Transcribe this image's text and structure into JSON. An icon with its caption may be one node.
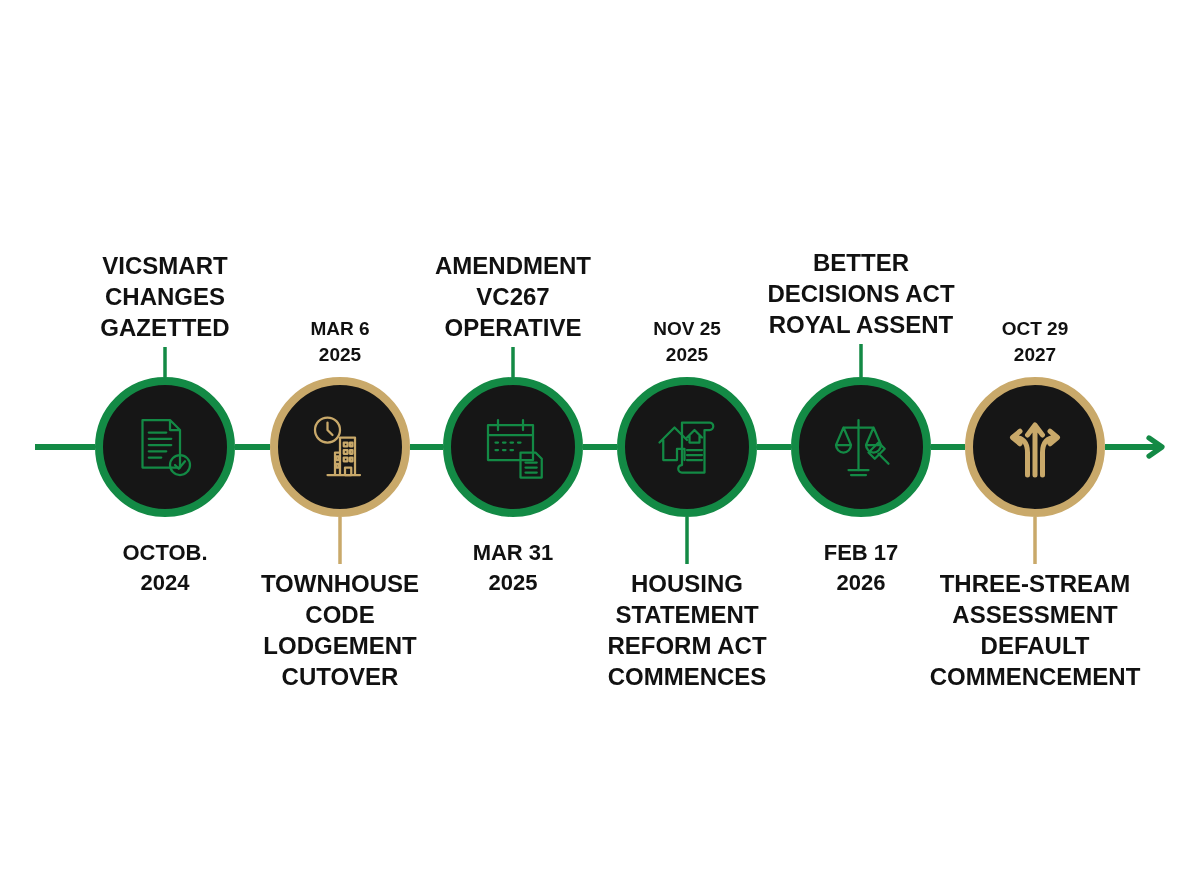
{
  "diagram": {
    "nodes": [
      {
        "text": [],
        "shape": "circle",
        "beside": [
          "OCTOB. 2024"
        ]
      },
      {
        "text": [
          "VICSMART CHANGES GAZETTED"
        ]
      },
      {
        "text": [],
        "shape": "circle",
        "beside": [
          "MAR 6 2025"
        ]
      },
      {
        "text": [
          "TOWNHOUSE CODE LODGEMENT CUTOVER"
        ]
      },
      {
        "text": [],
        "shape": "circle",
        "beside": [
          "MAR 31 2025"
        ]
      },
      {
        "text": [
          "AMENDMENT VC267 OPERATIVE"
        ]
      },
      {
        "text": [],
        "shape": "circle",
        "beside": [
          "NOV 25 2025"
        ]
      },
      {
        "text": [
          "HOUSING STATEMENT REFORM ACT COMMENCES"
        ]
      },
      {
        "text": [],
        "shape": "circle",
        "beside": [
          "FEB 17 2026"
        ]
      },
      {
        "text": [
          "BETTER DECISIONS ACT ROYAL ASSENT"
        ]
      },
      {
        "text": [],
        "shape": "circle",
        "beside": [
          "OCT 29 2027"
        ]
      },
      {
        "text": [
          "THREE-STREAM ASSESSMENT DEFAULT COMMENCEMENT"
        ]
      }
    ],
    "edges": [
      {
        "from": null,
        "to": 0,
        "arrow": "none"
      },
      {
        "from": 0,
        "to": 2,
        "arrow": "none"
      },
      {
        "from": 2,
        "to": 4,
        "arrow": "none"
      },
      {
        "from": 4,
        "to": 6,
        "arrow": "none"
      },
      {
        "from": 6,
        "to": 8,
        "arrow": "none"
      },
      {
        "from": 8,
        "to": 10,
        "arrow": "none"
      },
      {
        "from": 10,
        "to": null,
        "arrow": "to"
      },
      {
        "from": 0,
        "to": 1,
        "arrow": "none"
      },
      {
        "from": 2,
        "to": 3,
        "arrow": "none",
        "color": "#c9a96a"
      },
      {
        "from": 4,
        "to": 5,
        "arrow": "none"
      },
      {
        "from": 6,
        "to": 7,
        "arrow": "none"
      },
      {
        "from": 8,
        "to": 9,
        "arrow": "none"
      },
      {
        "from": 10,
        "to": 11,
        "arrow": "none",
        "color": "#c9a96a"
      }
    ]
  }
}
